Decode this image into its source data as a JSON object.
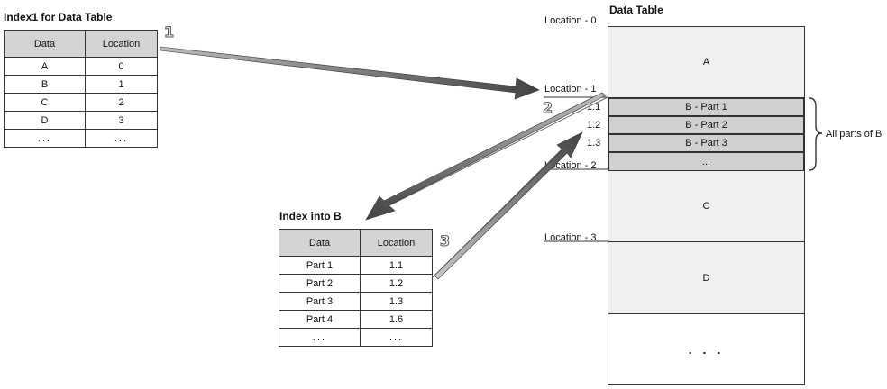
{
  "index1": {
    "title": "Index1 for Data Table",
    "headers": [
      "Data",
      "Location"
    ],
    "rows": [
      [
        "A",
        "0"
      ],
      [
        "B",
        "1"
      ],
      [
        "C",
        "2"
      ],
      [
        "D",
        "3"
      ],
      [
        "...",
        "..."
      ]
    ]
  },
  "indexB": {
    "title": "Index into B",
    "headers": [
      "Data",
      "Location"
    ],
    "rows": [
      [
        "Part 1",
        "1.1"
      ],
      [
        "Part 2",
        "1.2"
      ],
      [
        "Part 3",
        "1.3"
      ],
      [
        "Part 4",
        "1.6"
      ],
      [
        "...",
        "..."
      ]
    ]
  },
  "data_table": {
    "title": "Data Table",
    "location_labels": [
      "Location - 0",
      "Location - 1",
      "Location - 2",
      "Location - 3"
    ],
    "sub_labels": [
      "1.1",
      "1.2",
      "1.3"
    ],
    "cells": [
      "A",
      "B - Part 1",
      "B - Part 2",
      "B - Part 3",
      "...",
      "C",
      "D",
      ". . ."
    ],
    "brace_label": "All parts of B"
  },
  "steps": [
    "1",
    "2",
    "3"
  ],
  "colors": {
    "header_fill": "#d4d4d4",
    "part_fill": "#d0d0d0",
    "cell_fill": "#efefef",
    "arrow": "#555555"
  }
}
